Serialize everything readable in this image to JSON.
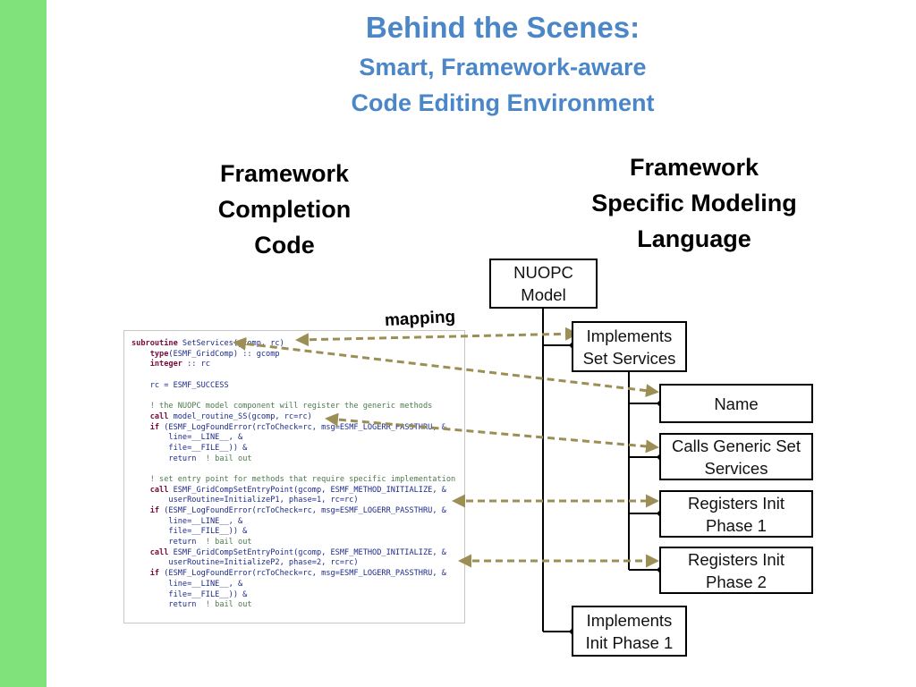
{
  "title": {
    "line1": "Behind the Scenes:",
    "line2": "Smart, Framework-aware",
    "line3": "Code Editing Environment"
  },
  "left_heading": [
    "Framework",
    "Completion",
    "Code"
  ],
  "right_heading": [
    "Framework",
    "Specific Modeling",
    "Language"
  ],
  "mapping_label": "mapping",
  "tree": {
    "root": "NUOPC\nModel",
    "implements_set_services": "Implements\nSet Services",
    "name": "Name",
    "calls_generic": "Calls Generic Set\nServices",
    "registers_init_1": "Registers Init\nPhase 1",
    "registers_init_2": "Registers Init\nPhase 2",
    "implements_init_1": "Implements\nInit Phase 1"
  },
  "code_lines": [
    [
      [
        "kw",
        "subroutine "
      ],
      [
        "fn",
        "SetServices"
      ],
      [
        "tx",
        "(gcomp, rc)"
      ]
    ],
    [
      [
        "tx",
        "    "
      ],
      [
        "kw",
        "type"
      ],
      [
        "tx",
        "(ESMF_GridComp) :: gcomp"
      ]
    ],
    [
      [
        "tx",
        "    "
      ],
      [
        "kw",
        "integer"
      ],
      [
        "tx",
        " :: rc"
      ]
    ],
    [
      [
        "tx",
        ""
      ]
    ],
    [
      [
        "tx",
        "    rc = ESMF_SUCCESS"
      ]
    ],
    [
      [
        "tx",
        ""
      ]
    ],
    [
      [
        "cm",
        "    ! the NUOPC model component will register the generic methods"
      ]
    ],
    [
      [
        "tx",
        "    "
      ],
      [
        "kw",
        "call"
      ],
      [
        "tx",
        " model_routine_SS(gcomp, rc=rc)"
      ]
    ],
    [
      [
        "tx",
        "    "
      ],
      [
        "kw",
        "if"
      ],
      [
        "tx",
        " (ESMF_LogFoundError(rcToCheck=rc, msg=ESMF_LOGERR_PASSTHRU, &"
      ]
    ],
    [
      [
        "tx",
        "        line=__LINE__, &"
      ]
    ],
    [
      [
        "tx",
        "        file=__FILE__)) &"
      ]
    ],
    [
      [
        "tx",
        "        return  "
      ],
      [
        "cm",
        "! bail out"
      ]
    ],
    [
      [
        "tx",
        ""
      ]
    ],
    [
      [
        "cm",
        "    ! set entry point for methods that require specific implementation"
      ]
    ],
    [
      [
        "tx",
        "    "
      ],
      [
        "kw",
        "call"
      ],
      [
        "tx",
        " ESMF_GridCompSetEntryPoint(gcomp, ESMF_METHOD_INITIALIZE, &"
      ]
    ],
    [
      [
        "tx",
        "        userRoutine=InitializeP1, phase=1, rc=rc)"
      ]
    ],
    [
      [
        "tx",
        "    "
      ],
      [
        "kw",
        "if"
      ],
      [
        "tx",
        " (ESMF_LogFoundError(rcToCheck=rc, msg=ESMF_LOGERR_PASSTHRU, &"
      ]
    ],
    [
      [
        "tx",
        "        line=__LINE__, &"
      ]
    ],
    [
      [
        "tx",
        "        file=__FILE__)) &"
      ]
    ],
    [
      [
        "tx",
        "        return  "
      ],
      [
        "cm",
        "! bail out"
      ]
    ],
    [
      [
        "tx",
        "    "
      ],
      [
        "kw",
        "call"
      ],
      [
        "tx",
        " ESMF_GridCompSetEntryPoint(gcomp, ESMF_METHOD_INITIALIZE, &"
      ]
    ],
    [
      [
        "tx",
        "        userRoutine=InitializeP2, phase=2, rc=rc)"
      ]
    ],
    [
      [
        "tx",
        "    "
      ],
      [
        "kw",
        "if"
      ],
      [
        "tx",
        " (ESMF_LogFoundError(rcToCheck=rc, msg=ESMF_LOGERR_PASSTHRU, &"
      ]
    ],
    [
      [
        "tx",
        "        line=__LINE__, &"
      ]
    ],
    [
      [
        "tx",
        "        file=__FILE__)) &"
      ]
    ],
    [
      [
        "tx",
        "        return  "
      ],
      [
        "cm",
        "! bail out"
      ]
    ]
  ],
  "colors": {
    "accent_bar": "#80e27a",
    "title": "#4a86c8",
    "mapping_arrow": "#9b8f55"
  }
}
